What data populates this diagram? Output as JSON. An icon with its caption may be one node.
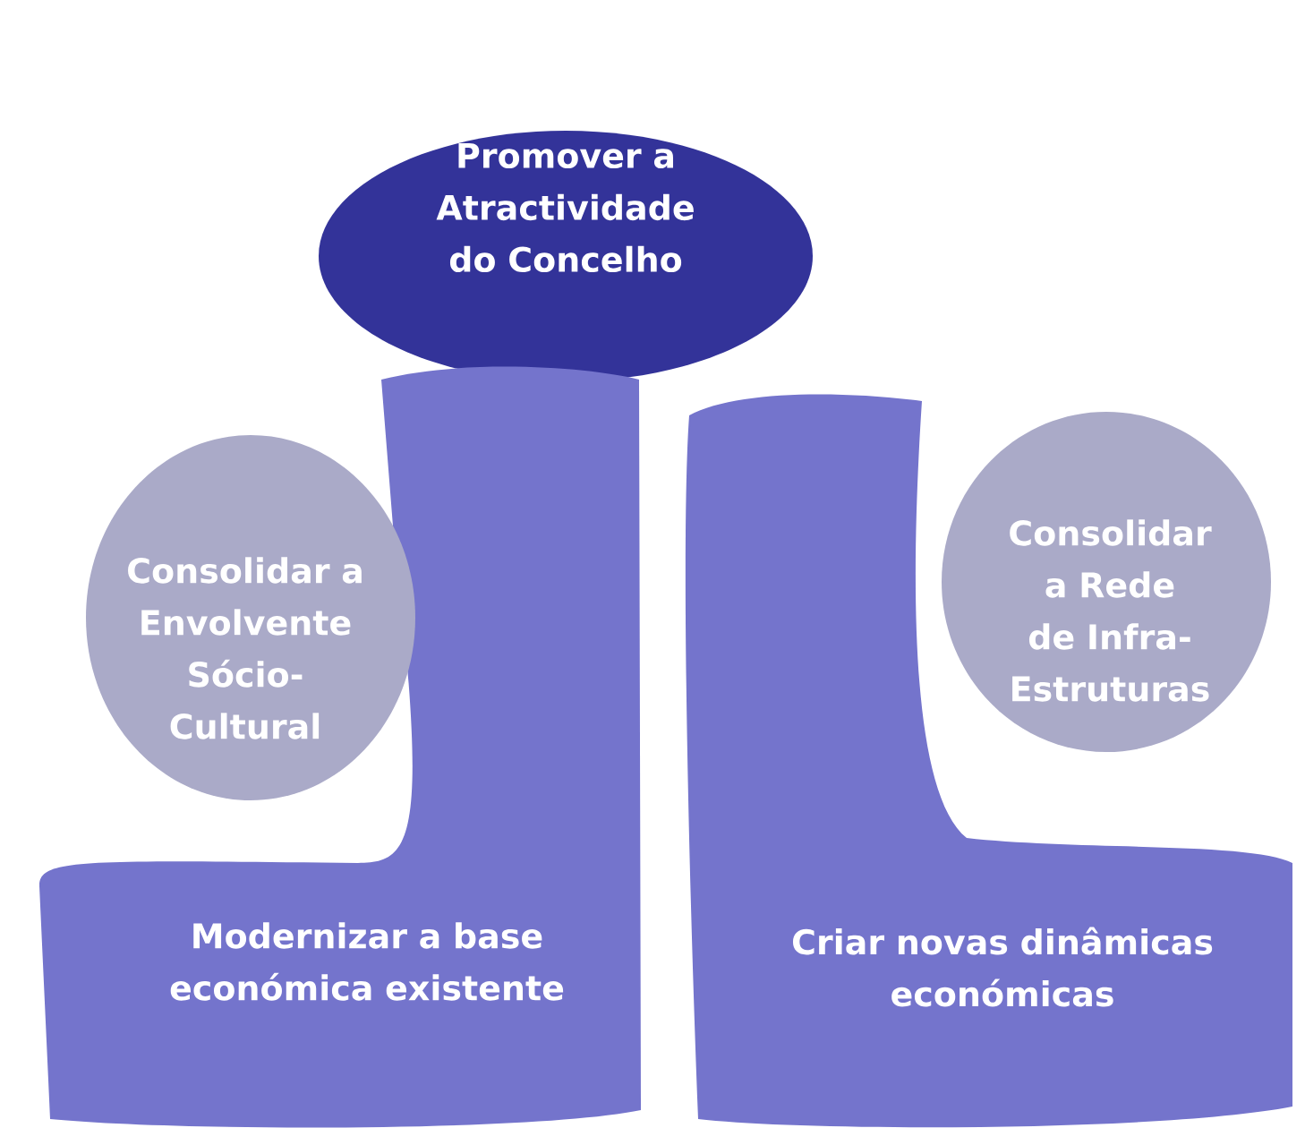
{
  "diagram": {
    "nodes": [
      {
        "text": [
          "Promover a Atractividade do Concelho"
        ]
      },
      {
        "text": [
          "Modernizar a base económica existente"
        ]
      },
      {
        "text": [
          "Consolidar a Envolvente Sócio-Cultural"
        ]
      },
      {
        "text": [
          "Criar novas dinâmicas económicas"
        ]
      },
      {
        "text": [
          "Consolidar a Rede de Infra-Estruturas"
        ]
      }
    ]
  }
}
